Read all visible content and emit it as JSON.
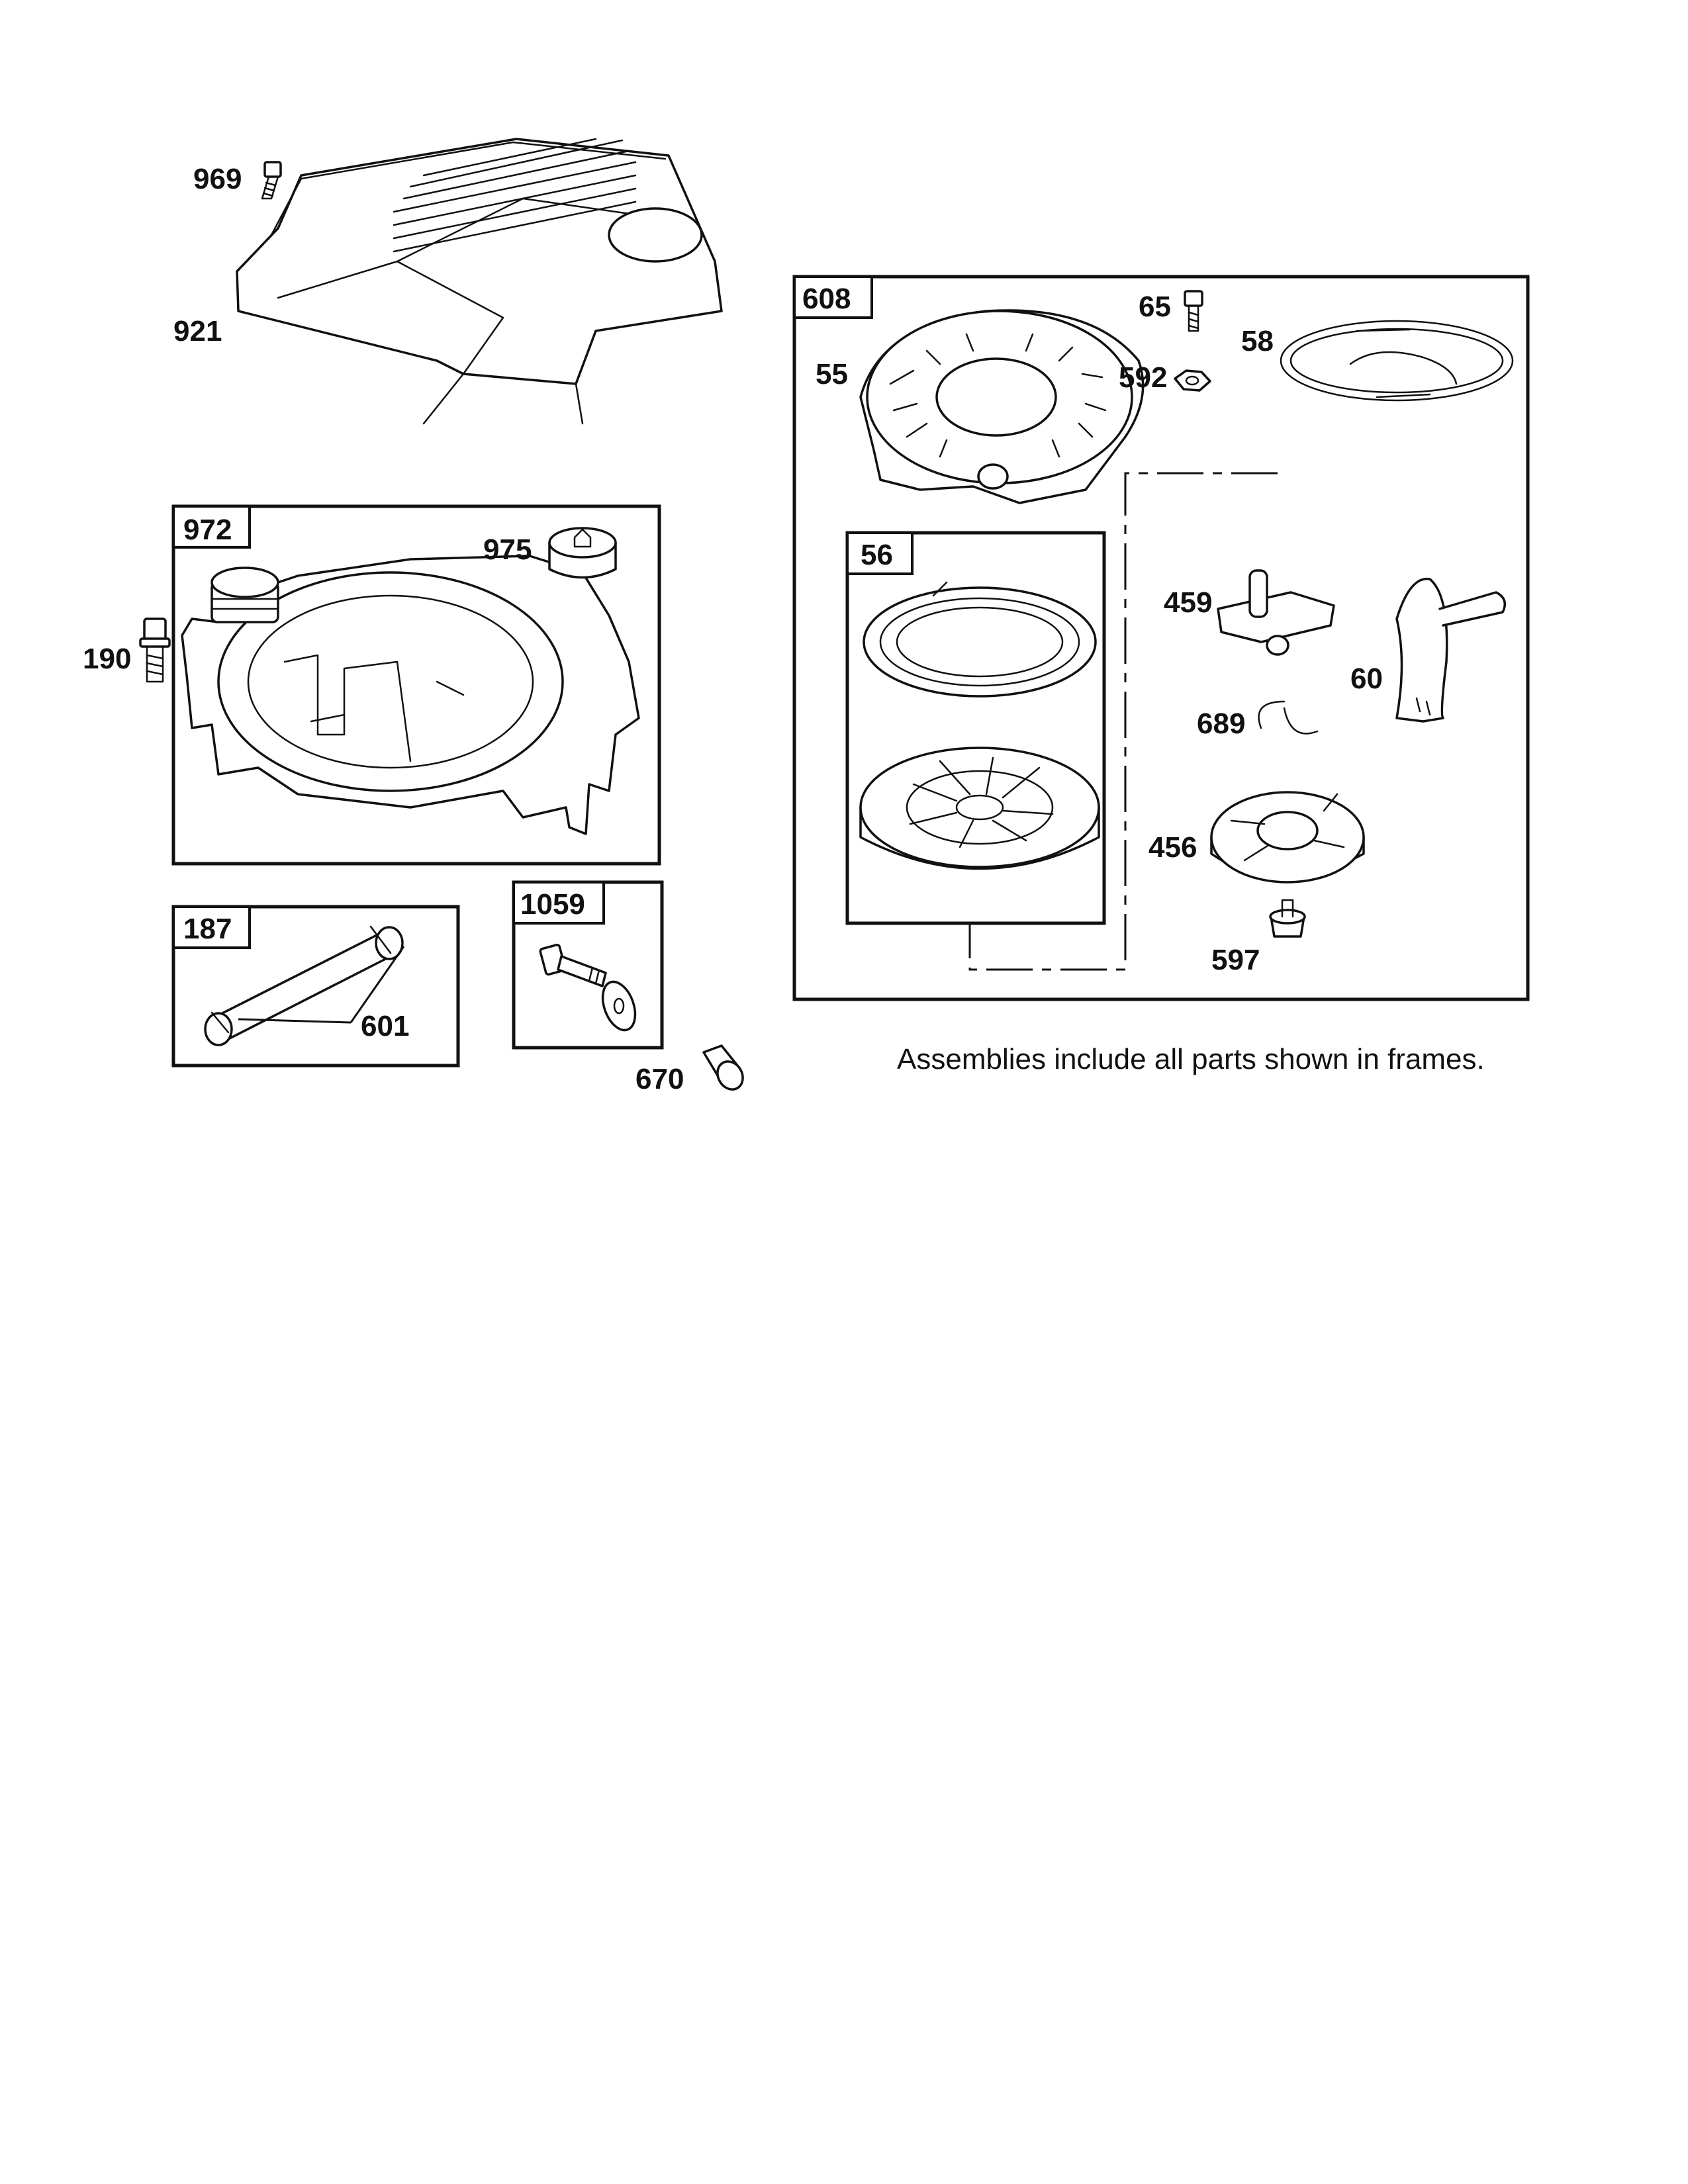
{
  "parts": {
    "p969": "969",
    "p921": "921",
    "p972": "972",
    "p975": "975",
    "p190": "190",
    "p187": "187",
    "p601": "601",
    "p1059": "1059",
    "p670": "670",
    "p608": "608",
    "p65": "65",
    "p58": "58",
    "p55": "55",
    "p592": "592",
    "p56": "56",
    "p459": "459",
    "p60": "60",
    "p689": "689",
    "p456": "456",
    "p597": "597"
  },
  "note": "Assemblies include all parts shown in frames."
}
